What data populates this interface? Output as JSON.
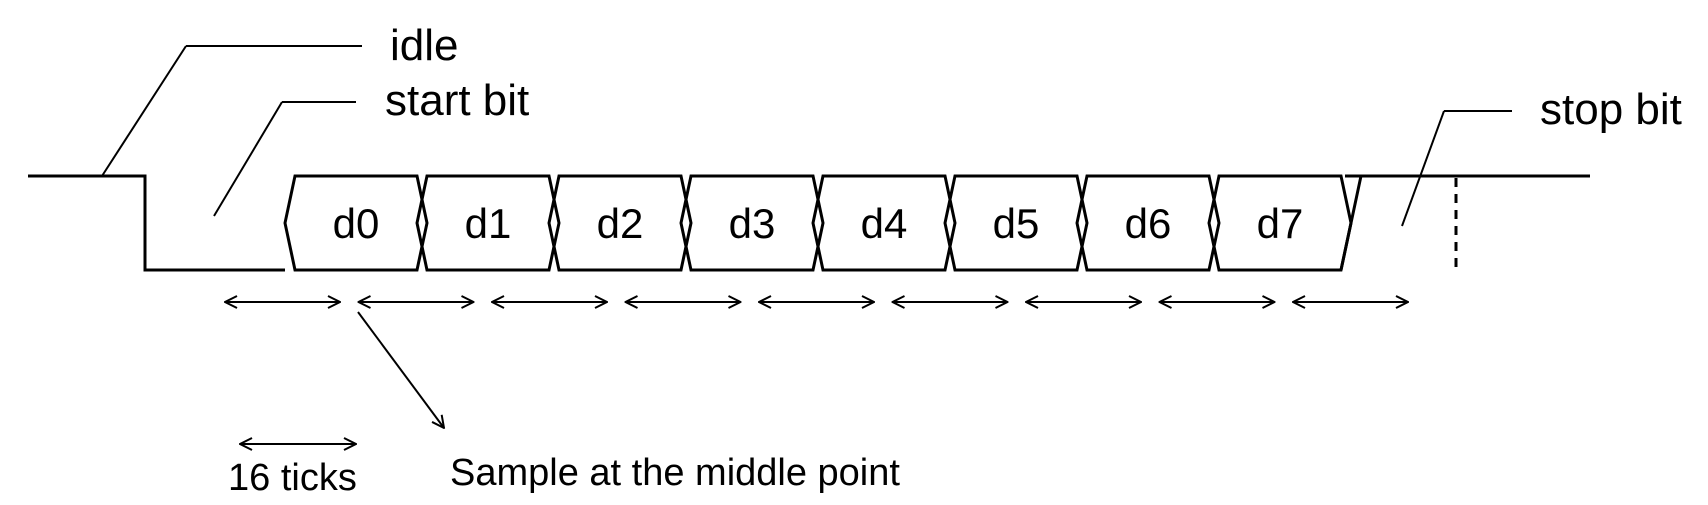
{
  "labels": {
    "idle": "idle",
    "start_bit": "start bit",
    "stop_bit": "stop bit",
    "ticks": "16 ticks",
    "sample_note": "Sample at the middle point"
  },
  "data_bits": [
    "d0",
    "d1",
    "d2",
    "d3",
    "d4",
    "d5",
    "d6",
    "d7"
  ],
  "colors": {
    "line": "#000000",
    "background": "#ffffff"
  }
}
